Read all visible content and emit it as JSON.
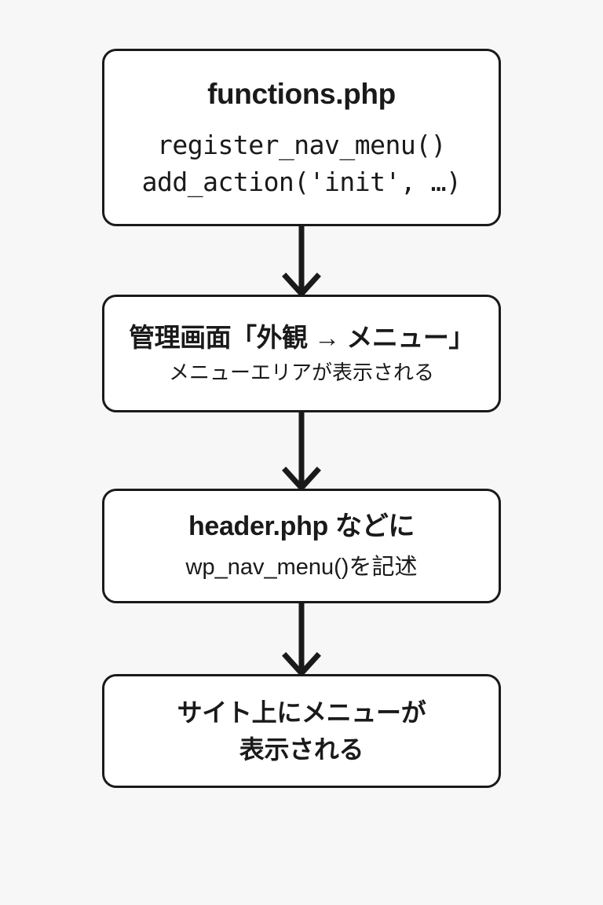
{
  "diagram": {
    "title": "WordPress navigation menu registration flow",
    "background_color": "#f7f7f7",
    "node_fill": "#ffffff",
    "stroke_color": "#1a1a1a",
    "nodes": [
      {
        "id": "functions",
        "title": "functions.php",
        "code_line_1": "register_nav_menu()",
        "code_line_2": "add_action('init', …)"
      },
      {
        "id": "admin",
        "title": "管理画面「外観 → メニュー」",
        "subtitle": "メニューエリアが表示される"
      },
      {
        "id": "header",
        "title": "header.php などに",
        "subtitle": "wp_nav_menu()を記述"
      },
      {
        "id": "site",
        "title_line_1": "サイト上にメニューが",
        "title_line_2": "表示される"
      }
    ],
    "arrows": [
      {
        "id": "arrow-1",
        "from": "functions",
        "to": "admin",
        "icon": "arrow-down-icon"
      },
      {
        "id": "arrow-2",
        "from": "admin",
        "to": "header",
        "icon": "arrow-down-icon"
      },
      {
        "id": "arrow-3",
        "from": "header",
        "to": "site",
        "icon": "arrow-down-icon"
      }
    ]
  }
}
